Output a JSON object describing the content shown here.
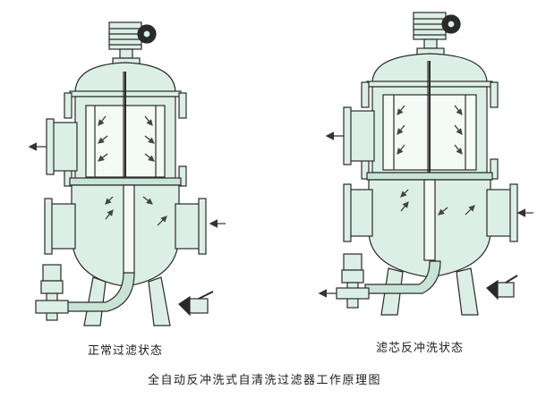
{
  "captions": {
    "left_state": "正常过滤状态",
    "right_state": "滤芯反冲洗状态",
    "main_title": "全自动反冲洗式自清洗过滤器工作原理图"
  },
  "colors": {
    "vessel_fill": "#dcefe6",
    "vessel_fill_dark": "#c8e4d6",
    "line": "#2a2a2a",
    "screen": "#f4faf6"
  }
}
